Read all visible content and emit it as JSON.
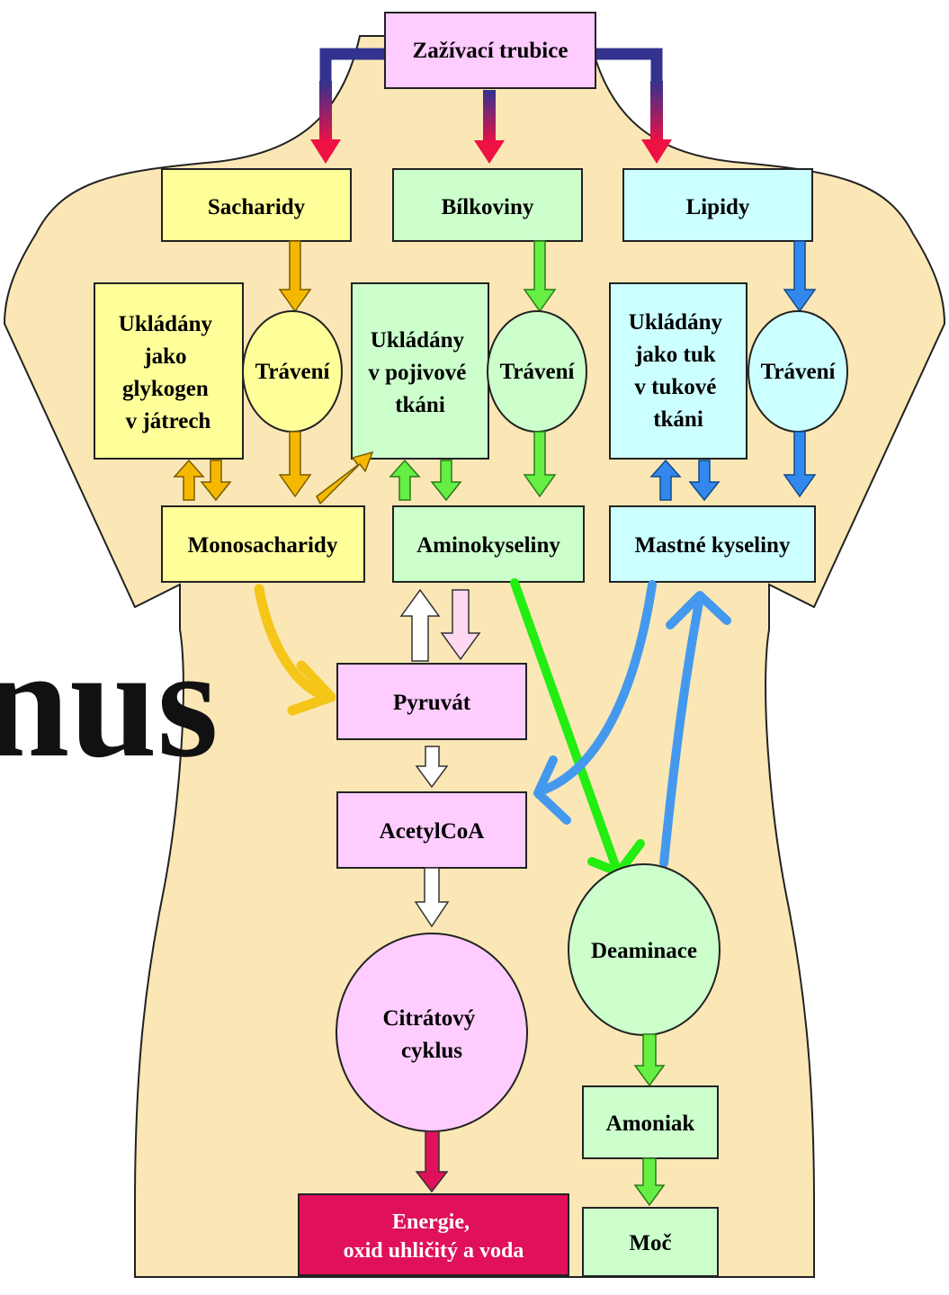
{
  "background_word": "nus",
  "colors": {
    "torso_fill": "#fae7b5",
    "torso_stroke": "#222222",
    "sugar_fill": "#ffff99",
    "sugar_arrow": "#f5b800",
    "protein_fill": "#ccffcc",
    "protein_arrow": "#66ee44",
    "lipid_fill": "#ccffff",
    "lipid_arrow": "#3388ee",
    "pink_fill": "#ffccff",
    "pink_arrow": "#ffd9f2",
    "energy_fill": "#e0115a",
    "top_fill": "#ffccff",
    "red_arrow": "#ee1144",
    "dark_bar": "#33338f",
    "green_line": "#22ee11",
    "blue_line": "#4499ee"
  },
  "nodes": {
    "tube": "Zažívací trubice",
    "sacharidy": "Sacharidy",
    "bilkoviny": "Bílkoviny",
    "lipidy": "Lipidy",
    "ulozeni_glykogen": [
      "Ukládány",
      "jako",
      "glykogen",
      "v játrech"
    ],
    "traveni_1": "Trávení",
    "ulozeni_pojivo": [
      "Ukládány",
      "v pojivové",
      "tkáni"
    ],
    "traveni_2": "Trávení",
    "ulozeni_tuk": [
      "Ukládány",
      "jako tuk",
      "v tukové",
      "tkáni"
    ],
    "traveni_3": "Trávení",
    "monosacharidy": "Monosacharidy",
    "aminokyseliny": "Aminokyseliny",
    "mastne_kyseliny": "Mastné kyseliny",
    "pyruvat": "Pyruvát",
    "acetylcoa": "AcetylCoA",
    "citratovy": [
      "Citrátový",
      "cyklus"
    ],
    "deaminace": "Deaminace",
    "amoniak": "Amoniak",
    "moc": "Moč",
    "energie": [
      "Energie,",
      "oxid uhličitý a voda"
    ]
  }
}
